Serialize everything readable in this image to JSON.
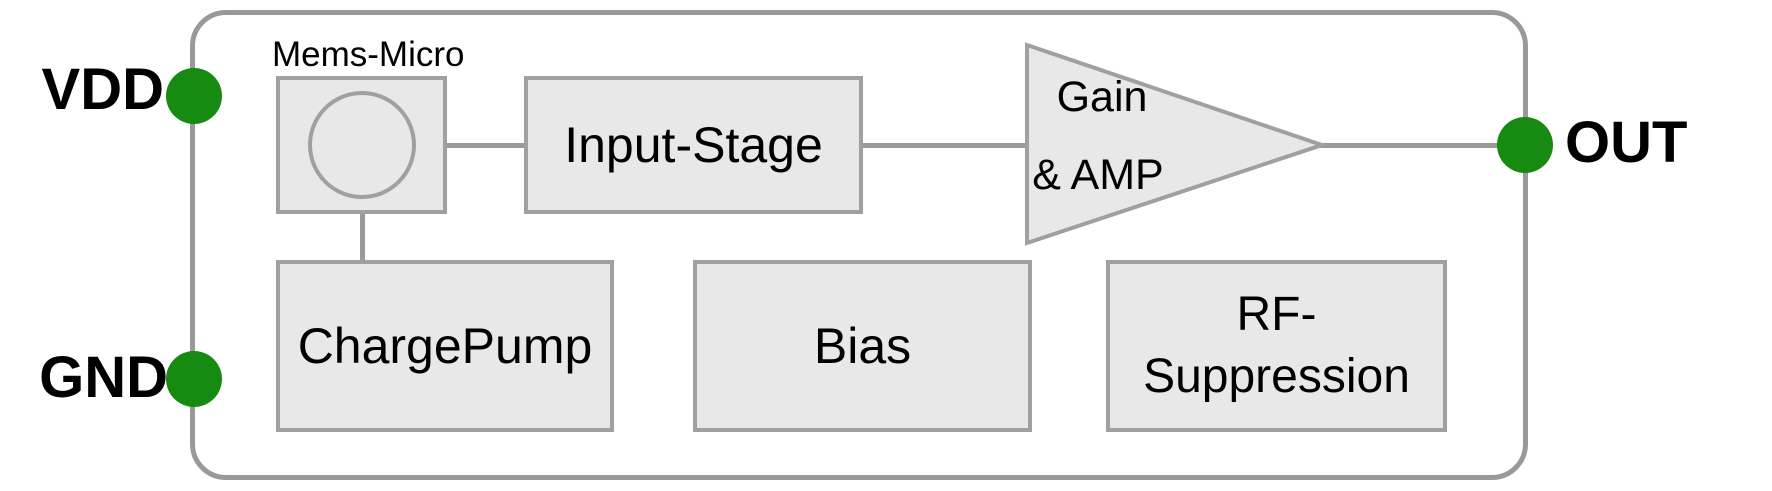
{
  "diagram": {
    "type": "mems-microphone-asic-block-diagram",
    "pins": {
      "vdd": "VDD",
      "gnd": "GND",
      "out": "OUT"
    },
    "blocks": {
      "mems_micro": "Mems-Micro",
      "input_stage": "Input-Stage",
      "amp_line1": "Gain",
      "amp_line2": "& AMP",
      "charge_pump": "ChargePump",
      "bias": "Bias",
      "rf_line1": "RF-",
      "rf_line2": "Suppression"
    },
    "colors": {
      "pin_dot_green": "#178a12",
      "block_fill": "#e8e8e8",
      "block_border": "#a0a0a0",
      "wire_and_frame": "#999999",
      "text": "#000000",
      "background": "#ffffff"
    }
  }
}
